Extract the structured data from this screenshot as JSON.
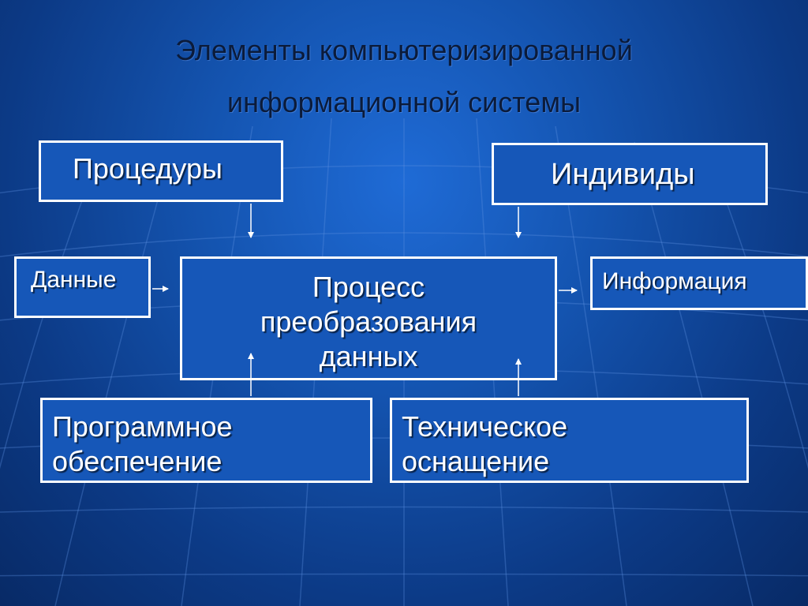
{
  "title": {
    "line1": "Элементы компьютеризированной",
    "line2": "информационной системы"
  },
  "nodes": {
    "procedures": "Процедуры",
    "individuals": "Индивиды",
    "data": "Данные",
    "process": [
      "Процесс",
      "преобразования",
      "данных"
    ],
    "information": "Информация",
    "software": [
      "Программное",
      "обеспечение"
    ],
    "hardware": [
      "Техническое",
      "оснащение"
    ]
  },
  "colors": {
    "background": "#1454b0",
    "box_border": "#ffffff",
    "text": "#ffffff",
    "title_text": "#0b1b3a"
  }
}
